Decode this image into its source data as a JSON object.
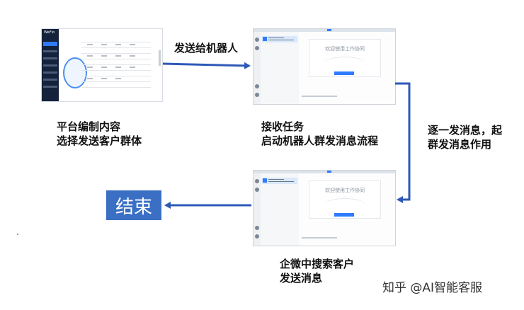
{
  "steps": {
    "platform_caption": [
      "平台编制内容",
      "选择发送客户群体"
    ],
    "send_label": "发送给机器人",
    "receive_caption": [
      "接收任务",
      "启动机器人群发消息流程"
    ],
    "side_caption": [
      "逐一发消息，起",
      "群发消息作用"
    ],
    "search_caption": [
      "企微中搜索客户",
      "发送消息"
    ],
    "end_label": "结束"
  },
  "thumbnails": {
    "platform_logo": "WeFlo",
    "chat_title": "欢迎使用工作协同",
    "chat_subtitle": "…"
  },
  "watermark": "知乎 @AI智能客服",
  "colors": {
    "arrow": "#2e59b8",
    "end_box": "#3a6fc4",
    "accent": "#2f7bff"
  }
}
